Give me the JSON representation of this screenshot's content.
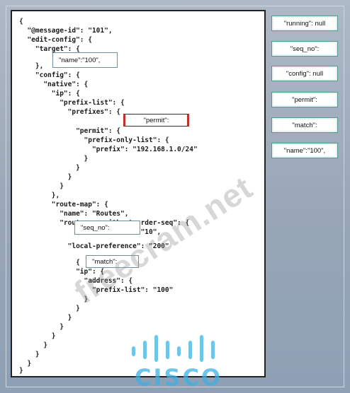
{
  "code": {
    "lines": [
      "{",
      "  \"@message-id\": \"101\",",
      "  \"edit-config\": {",
      "    \"target\": {",
      "    },",
      "    \"config\": {",
      "      \"native\": {",
      "        \"ip\": {",
      "          \"prefix-list\": {",
      "            \"prefixes\": {",
      "              \"permit\": {",
      "                \"prefix-only-list\": {",
      "                  \"prefix\": \"192.168.1.0/24\"",
      "                }",
      "              }",
      "            }",
      "          }",
      "        },",
      "        \"route-map\": {",
      "          \"name\": \"Routes\",",
      "          \"route-map-without-order-seq\": {",
      "                              \"10\",",
      "            \"local-preference\": \"200\"",
      "              {",
      "              \"ip\": {",
      "                \"address\": {",
      "                  \"prefix-list\": \"100\"",
      "                }",
      "              }",
      "            }",
      "          }",
      "        }",
      "      }",
      "    }",
      "  }",
      "}"
    ]
  },
  "slots": {
    "target_slot": "\"name\":\"100\",",
    "prefixes_slot": "\"permit\":",
    "seq_slot": "\"seq_no\":",
    "match_slot": "\"match\":"
  },
  "choices": [
    "\"running\": null",
    "\"seq_no\":",
    "\"config\": null",
    "\"permit\":",
    "\"match\":",
    "\"name\":\"100\","
  ],
  "watermark": "freecram.net",
  "logo": {
    "text": "CISCO",
    "color": "#3fb1e3"
  }
}
